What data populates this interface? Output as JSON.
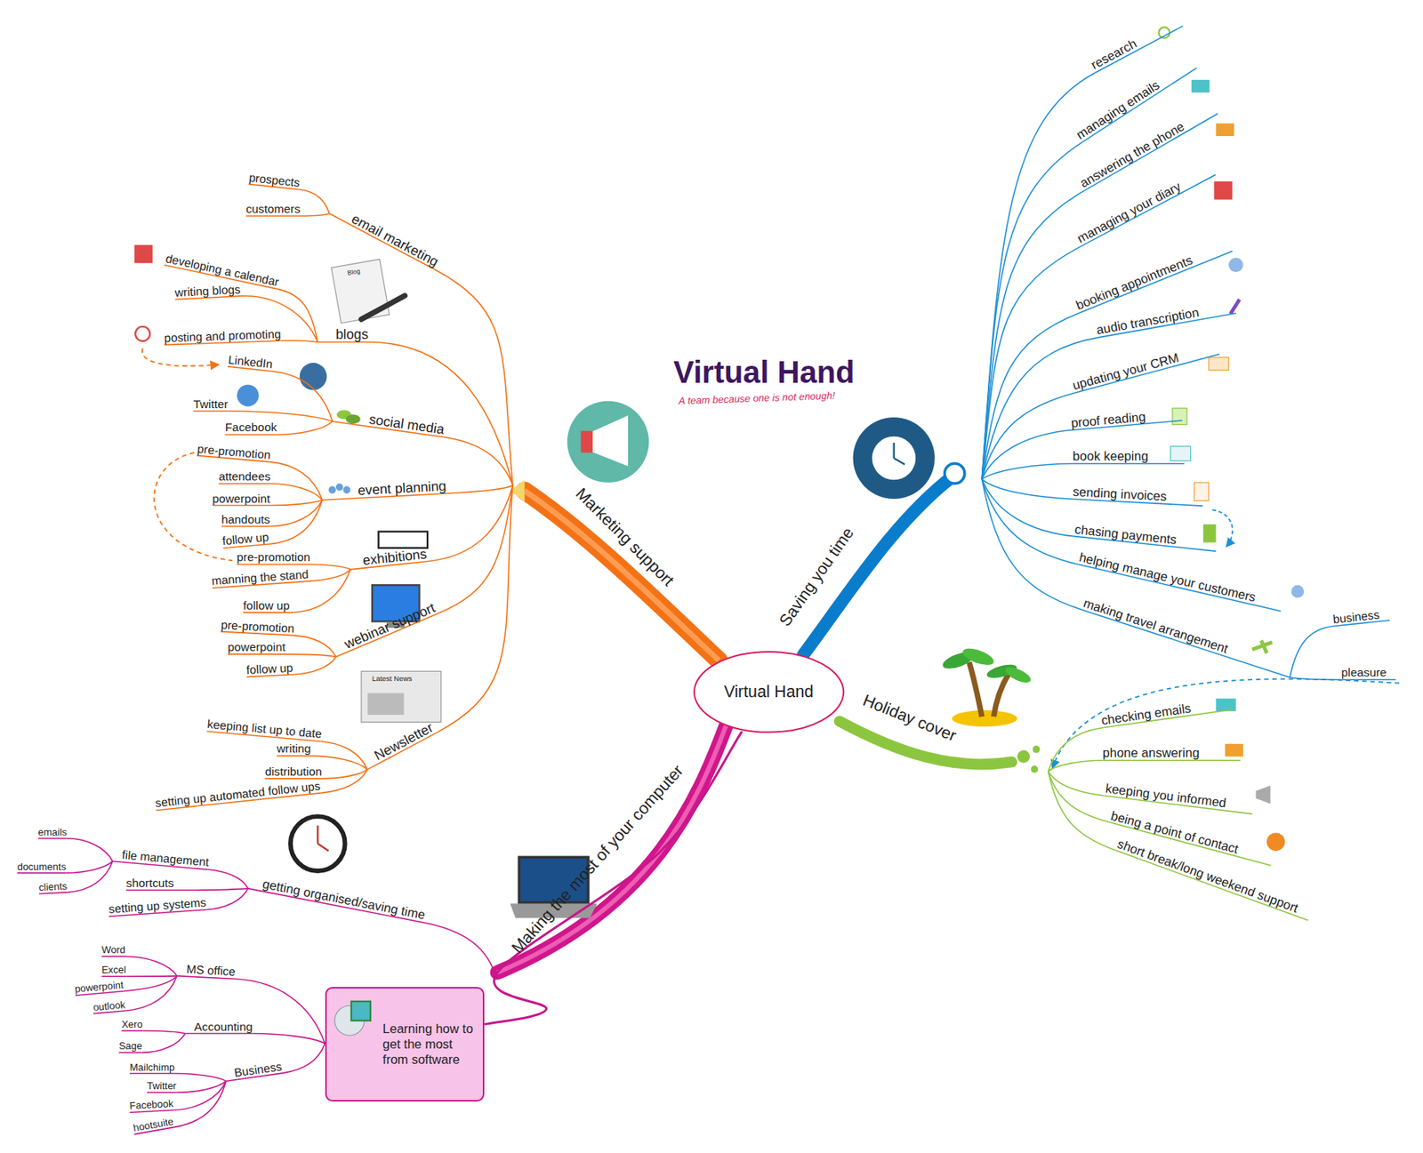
{
  "diagram": {
    "title": "Virtual Hand",
    "nodes": [
      {
        "text": [
          "Virtual Hand"
        ]
      },
      {
        "text": [
          "Learning how to get the most from software"
        ]
      }
    ],
    "edges": [
      {
        "from": 0,
        "to": 1,
        "arrow": "none"
      }
    ],
    "labels": [
      "A team because one is not enough!",
      "email marketing",
      "prospects",
      "customers",
      "blogs",
      "developing a calendar",
      "writing blogs",
      "posting and promoting",
      "social media",
      "LinkedIn",
      "Twitter",
      "Facebook",
      "event planning",
      "pre-promotion",
      "attendees",
      "powerpoint",
      "handouts",
      "follow up",
      "exhibitions",
      "pre-promotion",
      "manning the stand",
      "follow up",
      "webinar support",
      "pre-promotion",
      "powerpoint",
      "follow up",
      "Newsletter",
      "keeping list up to date",
      "writing",
      "distribution",
      "setting up automated follow ups",
      "Marketing support",
      "research",
      "managing emails",
      "answering the phone",
      "managing your diary",
      "booking appointments",
      "audio transcription",
      "updating your CRM",
      "proof reading",
      "book keeping",
      "sending invoices",
      "chasing payments",
      "helping manage your customers",
      "making travel arrangement",
      "business",
      "pleasure",
      "Saving you time",
      "Holiday cover",
      "checking emails",
      "phone answering",
      "keeping you informed",
      "being a point of contact",
      "short break/long weekend support",
      "Making the most of your computer",
      "getting organised/saving time",
      "file management",
      "emails",
      "documents",
      "clients",
      "shortcuts",
      "setting up systems",
      "MS office",
      "Word",
      "Excel",
      "powerpoint",
      "outlook",
      "Accounting",
      "Xero",
      "Sage",
      "Business",
      "Mailchimp",
      "Twitter",
      "Facebook",
      "hootsuite",
      "Blog",
      "Latest News"
    ]
  }
}
